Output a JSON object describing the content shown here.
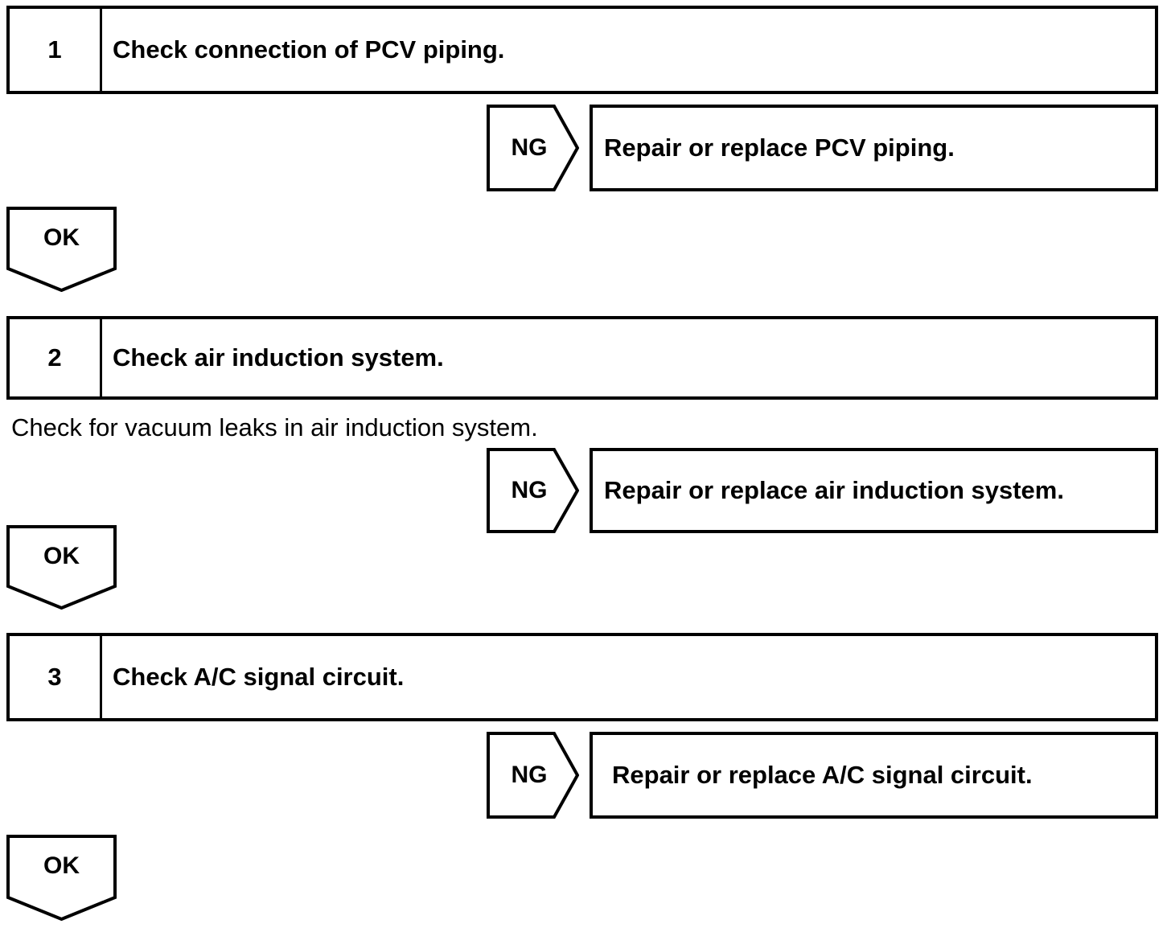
{
  "page": {
    "background_color": "#ffffff",
    "line_color": "#000000"
  },
  "steps": [
    {
      "number": "1",
      "title": "Check connection of PCV piping.",
      "note": "",
      "ng_label": "NG",
      "ng_action": "Repair or replace PCV piping.",
      "ok_label": "OK"
    },
    {
      "number": "2",
      "title": "Check air induction system.",
      "note": "Check for vacuum leaks in air induction system.",
      "ng_label": "NG",
      "ng_action": "Repair or replace air induction system.",
      "ok_label": "OK"
    },
    {
      "number": "3",
      "title": "Check A/C signal circuit.",
      "note": "",
      "ng_label": "NG",
      "ng_action": "Repair or replace A/C signal circuit.",
      "ok_label": "OK"
    }
  ]
}
